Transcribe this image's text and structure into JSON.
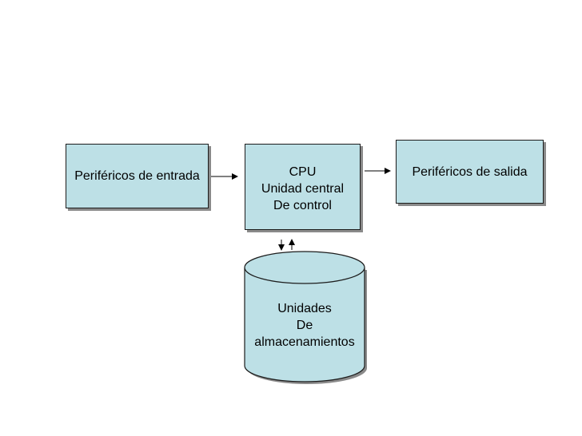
{
  "diagram": {
    "input_box": {
      "label": "Periféricos de entrada"
    },
    "cpu_box": {
      "line1": "CPU",
      "line2": "Unidad central",
      "line3": "De control"
    },
    "output_box": {
      "label": "Periféricos de salida"
    },
    "storage": {
      "line1": "Unidades",
      "line2": "De",
      "line3": "almacenamientos"
    }
  },
  "colors": {
    "box_fill": "#bde0e6",
    "border": "#1c1c1c",
    "shadow": "#8a8a8a",
    "background": "#ffffff"
  }
}
